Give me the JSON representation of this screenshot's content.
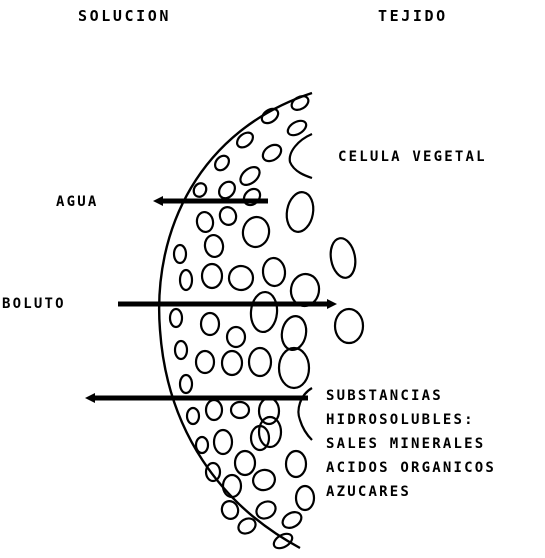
{
  "headers": {
    "left": "SOLUCION",
    "right": "TEJIDO"
  },
  "labels": {
    "cell": "CELULA VEGETAL",
    "water": "AGUA",
    "solute": "BOLUTO"
  },
  "substances": [
    "SUBSTANCIAS",
    "HIDROSOLUBLES:",
    "SALES MINERALES",
    "ACIDOS ORGANICOS",
    "AZUCARES"
  ],
  "colors": {
    "ink": "#000000",
    "background": "#ffffff"
  }
}
